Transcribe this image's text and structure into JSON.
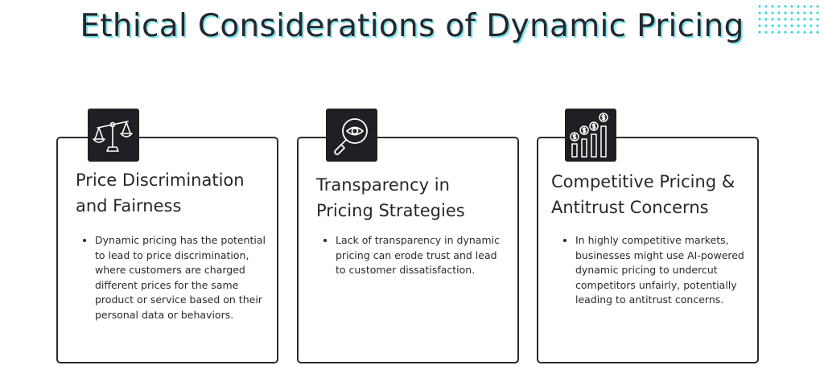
{
  "header": {
    "title": "Ethical Considerations of Dynamic Pricing"
  },
  "cards": [
    {
      "icon": "scales-icon",
      "title": "Price Discrimination and Fairness",
      "body": "Dynamic pricing has the potential to lead to price discrimination, where customers are charged different prices for the same product or service based on their personal data or behaviors."
    },
    {
      "icon": "magnifier-eye-icon",
      "title": "Transparency in Pricing Strategies",
      "body": "Lack of transparency in dynamic pricing can erode trust and lead to customer dissatisfaction."
    },
    {
      "icon": "dollar-bar-chart-icon",
      "title": "Competitive Pricing & Antitrust Concerns",
      "body": "In highly competitive markets, businesses might use AI-powered dynamic pricing to undercut competitors unfairly, potentially leading to antitrust concerns."
    }
  ],
  "colors": {
    "accent": "#29d6e0",
    "card_border": "#2b2b30",
    "icon_bg": "#1f2024"
  }
}
